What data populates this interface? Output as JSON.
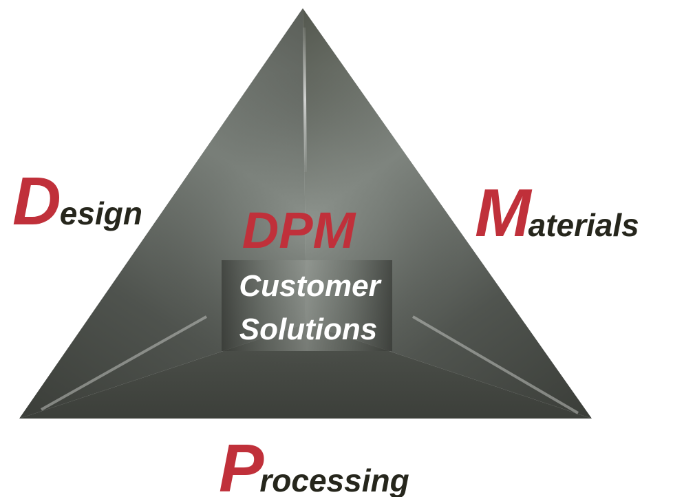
{
  "colors": {
    "accent_red": "#c0303a",
    "dark_text": "#26261c",
    "white_text": "#ffffff",
    "pyramid_dark": "#3a3d38",
    "pyramid_light": "#8a908a"
  },
  "labels": {
    "design": {
      "initial": "D",
      "rest": "esign"
    },
    "materials": {
      "initial": "M",
      "rest": "aterials"
    },
    "processing": {
      "initial": "P",
      "rest": "rocessing"
    }
  },
  "center": {
    "title": "DPM",
    "line1": "Customer",
    "line2": "Solutions"
  }
}
